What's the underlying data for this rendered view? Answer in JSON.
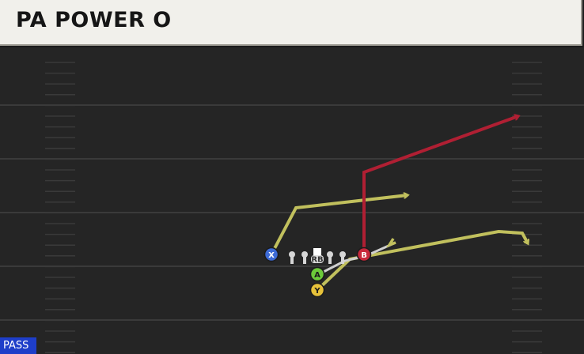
{
  "header": {
    "title": "PA POWER O"
  },
  "formation": {
    "players": [
      {
        "id": "X",
        "color": "#3d6bd6",
        "text_color": "#ffffff",
        "role": "receiver"
      },
      {
        "id": "B",
        "color": "#c8283c",
        "text_color": "#ffffff",
        "role": "receiver"
      },
      {
        "id": "A",
        "color": "#6cc93a",
        "text_color": "#1b1b1b",
        "role": "receiver"
      },
      {
        "id": "Y",
        "color": "#e7c23a",
        "text_color": "#1b1b1b",
        "role": "receiver"
      },
      {
        "id": "RB",
        "color": "#dcdcdc",
        "text_color": "#333333",
        "role": "running-back"
      }
    ],
    "route_colors": {
      "primary": "#c1c05d",
      "B": "#b01f33",
      "A": "#cfcfcf"
    }
  },
  "footer": {
    "badge": "PASS"
  },
  "colors": {
    "field": "#252525",
    "yard_line": "#3a3a3a",
    "header_bg": "#f1f0eb",
    "badge_bg": "#1e3ec9"
  }
}
